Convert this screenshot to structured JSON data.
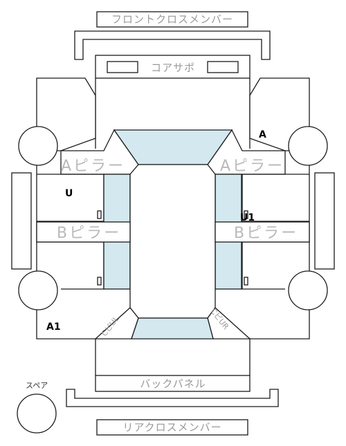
{
  "labels": {
    "front_cross_member": "フロントクロスメンバー",
    "core_support": "コアサポ",
    "a_pillar_left": "Aピラー",
    "a_pillar_right": "Aピラー",
    "b_pillar_left": "Bピラー",
    "b_pillar_right": "Bピラー",
    "back_panel": "バックパネル",
    "rear_cross_member": "リアクロスメンバー",
    "spare": "スペア",
    "corner_left": "CピUL",
    "corner_right": "CピUR"
  },
  "markers": {
    "a": "A",
    "u": "U",
    "u1": "U1",
    "a1": "A1"
  }
}
